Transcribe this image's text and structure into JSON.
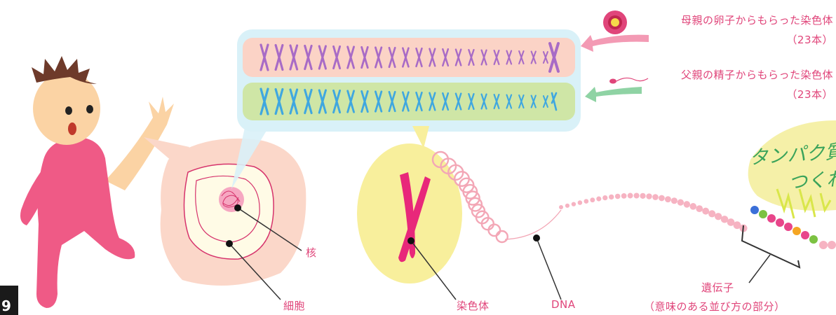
{
  "labels": {
    "nucleus": "核",
    "cell": "細胞",
    "chromosome": "染色体",
    "dna": "DNA",
    "gene": "遺伝子",
    "gene_note": "（意味のある並び方の部分）",
    "mother_line1": "母親の卵子からもらった染色体",
    "mother_line2": "（23本）",
    "father_line1": "父親の精子からもらった染色体",
    "father_line2": "（23本）",
    "protein_line1": "タンパク質を",
    "protein_line2": "つくれ"
  },
  "page_fragment": "9",
  "chromosome_counts": {
    "mother": 23,
    "father": 23
  },
  "colors": {
    "label": "#e0457a",
    "mother_chromosome": "#a86bc6",
    "father_chromosome": "#3fa7e0",
    "mother_band": "#fbd3c6",
    "father_band": "#cfe6a6",
    "body": "#ef5a86",
    "skin": "#fbd3a4",
    "cell": "#fbd7c9",
    "chromosome_bubble": "#f8ef9c",
    "protein_bubble": "#f5f0a8",
    "handwriting": "#3aa35a"
  },
  "gene_bead_colors": [
    "#3a6fd8",
    "#7cc242",
    "#e8458a",
    "#e8458a",
    "#e8458a",
    "#f5a623",
    "#e8458a",
    "#7cc242"
  ],
  "icons": [
    "character-icon",
    "cell-icon",
    "nucleus-icon",
    "chromosome-icon",
    "dna-strand-icon",
    "egg-icon",
    "sperm-icon",
    "arrow-left-icon"
  ]
}
